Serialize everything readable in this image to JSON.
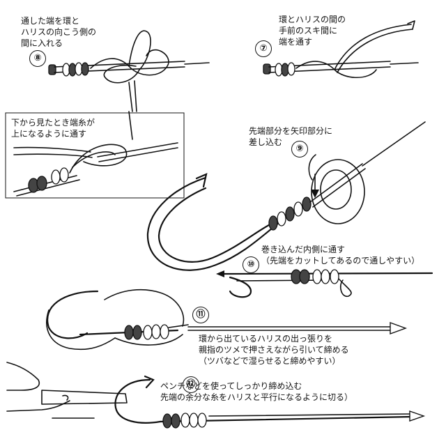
{
  "steps": {
    "s8": {
      "number": "⑧",
      "text": "通した端を環と\nハリスの向こう側の\n間に入れる"
    },
    "s7": {
      "number": "⑦",
      "text": "環とハリスの間の\n手前のスキ間に\n端を通す"
    },
    "inset": {
      "text": "下から見たとき端糸が\n上になるように通す"
    },
    "s9": {
      "number": "⑨",
      "text": "先端部分を矢印部分に\n差し込む"
    },
    "s10": {
      "number": "⑩",
      "text": "巻き込んだ内側に通す\n（先端をカットしてあるので通しやすい）"
    },
    "s11": {
      "number": "⑪",
      "text": "環から出ているハリスの出っ張りを\n親指のツメで押さえながら引いて締める\n（ツバなどで湿らせると締めやすい）"
    },
    "s12": {
      "number": "⑫",
      "text": "ペンチなどを使ってしっかり締め込む\n先端の余分な糸をハリスと平行になるように切る）"
    }
  },
  "colors": {
    "ink": "#111111",
    "paper": "#ffffff",
    "shade": "#444444"
  }
}
